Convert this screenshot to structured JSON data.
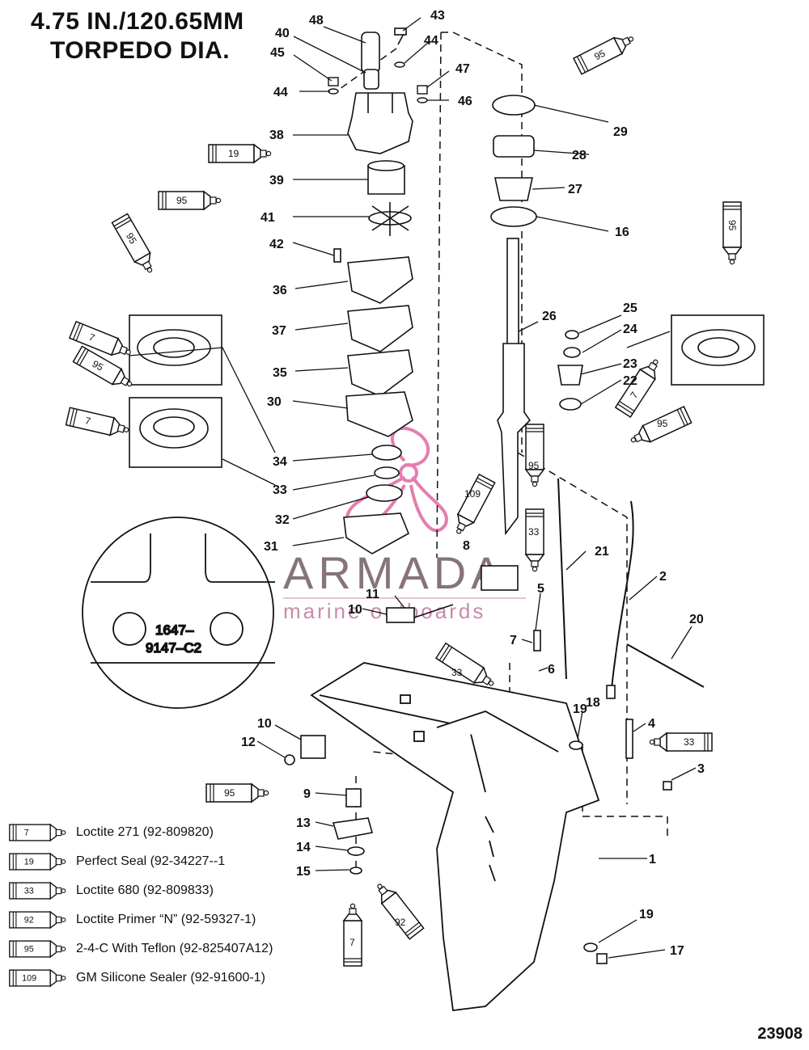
{
  "title": {
    "line1": "4.75 IN./120.65MM",
    "line2": "TORPEDO DIA."
  },
  "diagram_code": "23908",
  "watermark": {
    "brand": "ARMADA",
    "tagline": "marine outboards",
    "accent": "#e36fa6",
    "text_color": "#7a6470"
  },
  "detail_view": {
    "line1": "1647–",
    "line2": "9147–C2"
  },
  "callouts": [
    "48",
    "43",
    "40",
    "44",
    "45",
    "44",
    "47",
    "46",
    "38",
    "39",
    "41",
    "42",
    "36",
    "37",
    "35",
    "30",
    "34",
    "33",
    "32",
    "31",
    "29",
    "28",
    "27",
    "16",
    "26",
    "25",
    "24",
    "23",
    "22",
    "8",
    "21",
    "2",
    "20",
    "11",
    "10",
    "5",
    "7",
    "6",
    "19",
    "18",
    "4",
    "3",
    "10",
    "12",
    "9",
    "13",
    "14",
    "15",
    "1",
    "19",
    "17"
  ],
  "tube_labels": [
    "95",
    "19",
    "95",
    "95",
    "7",
    "95",
    "7",
    "95",
    "7",
    "95",
    "95",
    "109",
    "33",
    "33",
    "33",
    "95",
    "7",
    "92"
  ],
  "legend": [
    {
      "num": "7",
      "text": "Loctite 271 (92-809820)"
    },
    {
      "num": "19",
      "text": "Perfect Seal (92-34227--1"
    },
    {
      "num": "33",
      "text": "Loctite 680 (92-809833)"
    },
    {
      "num": "92",
      "text": "Loctite Primer “N” (92-59327-1)"
    },
    {
      "num": "95",
      "text": "2-4-C  With Teflon (92-825407A12)"
    },
    {
      "num": "109",
      "text": "GM Silicone Sealer (92-91600-1)"
    }
  ]
}
